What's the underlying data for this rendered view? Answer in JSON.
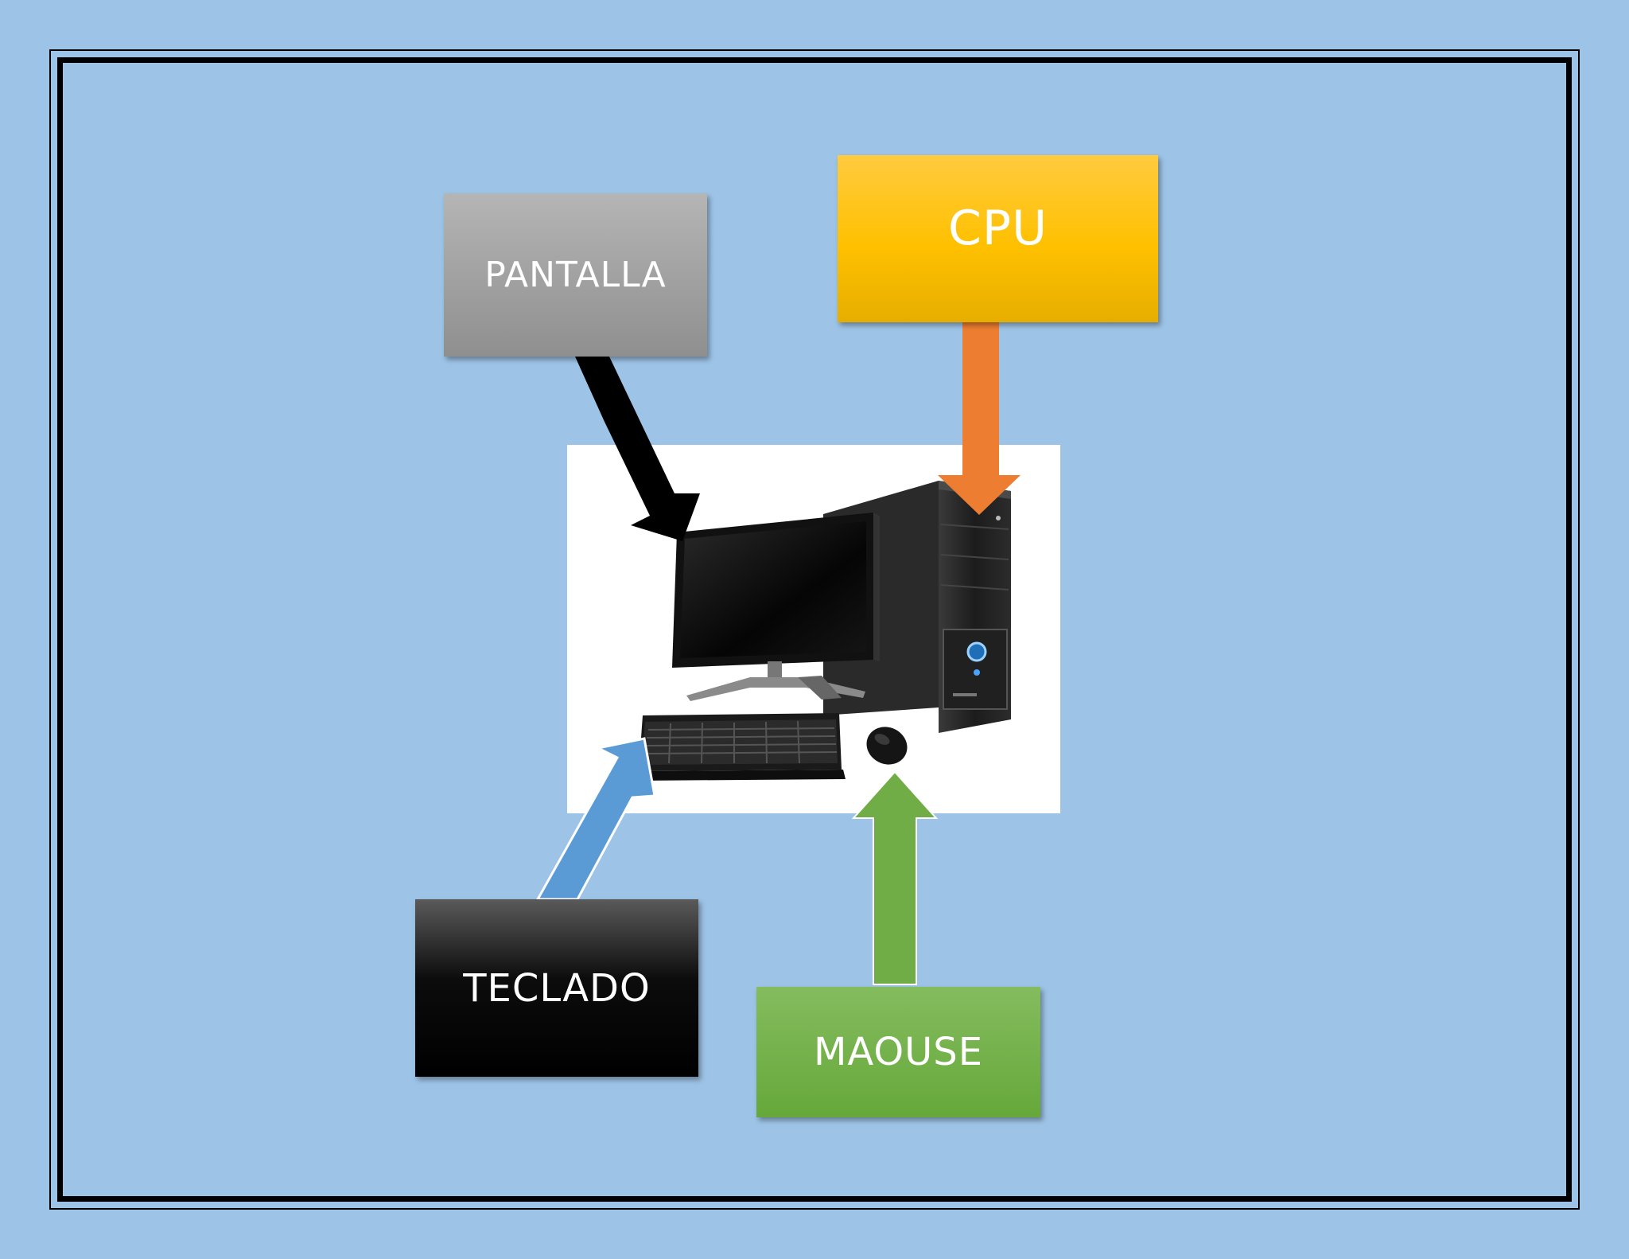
{
  "labels": {
    "pantalla": "PANTALLA",
    "cpu": "CPU",
    "teclado": "TECLADO",
    "maouse": "MAOUSE"
  },
  "colors": {
    "background": "#9DC3E6",
    "pantalla": "#A5A5A5",
    "cpu": "#FFC000",
    "teclado": "#000000",
    "maouse": "#70AD47",
    "arrow_pantalla": "#000000",
    "arrow_cpu": "#ED7D31",
    "arrow_teclado": "#5B9BD5",
    "arrow_maouse": "#70AD47"
  },
  "icons": {
    "computer": "desktop-computer-icon"
  }
}
